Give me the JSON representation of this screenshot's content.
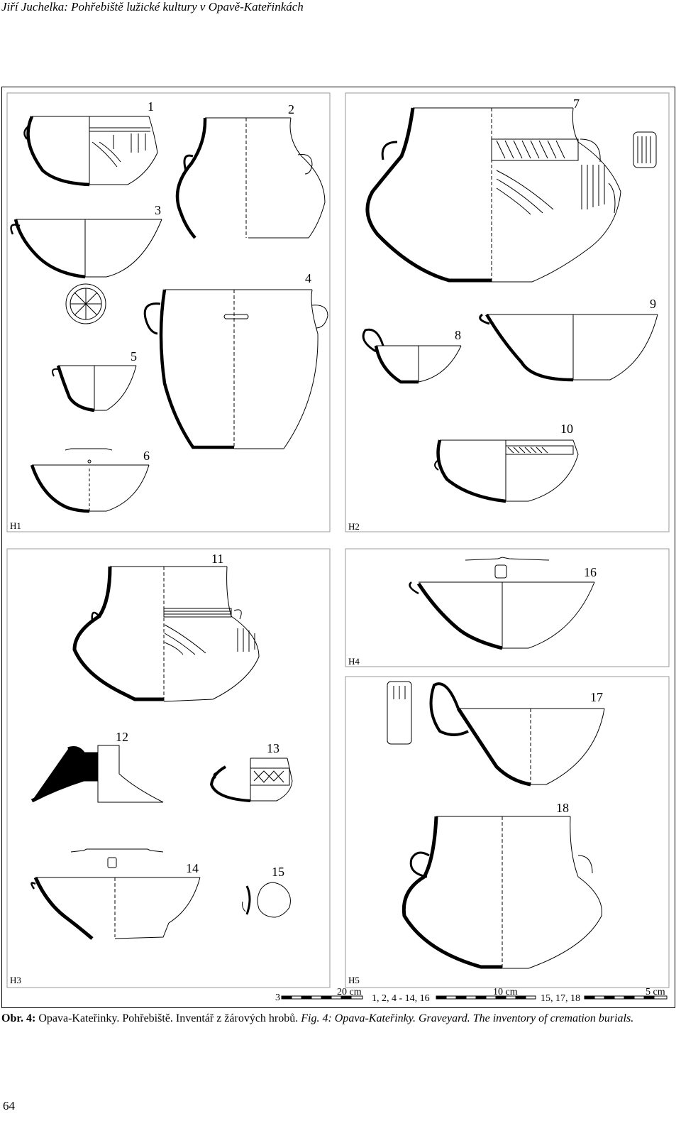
{
  "header": {
    "running_title": "Jiří Juchelka: Pohřebiště lužické kultury v Opavě-Kateřinkách"
  },
  "panels": [
    {
      "label": "H1"
    },
    {
      "label": "H2"
    },
    {
      "label": "H3"
    },
    {
      "label": "H4"
    },
    {
      "label": "H5"
    }
  ],
  "objects": [
    "1",
    "2",
    "3",
    "4",
    "5",
    "6",
    "7",
    "8",
    "9",
    "10",
    "11",
    "12",
    "13",
    "14",
    "15",
    "16",
    "17",
    "18"
  ],
  "scales": [
    {
      "start": "3",
      "length": "20 cm"
    },
    {
      "applies_to": "1, 2, 4 - 14, 16",
      "length": "10 cm"
    },
    {
      "applies_to": "15, 17, 18",
      "length": "5 cm"
    }
  ],
  "caption": {
    "label_cz": "Obr. 4:",
    "text_cz": "Opava-Kateřinky. Pohřebiště. Inventář z žárových hrobů.",
    "label_en": "Fig. 4:",
    "text_en": "Opava-Kateřinky. Graveyard. The inventory of cremation burials."
  },
  "page_number": "64"
}
